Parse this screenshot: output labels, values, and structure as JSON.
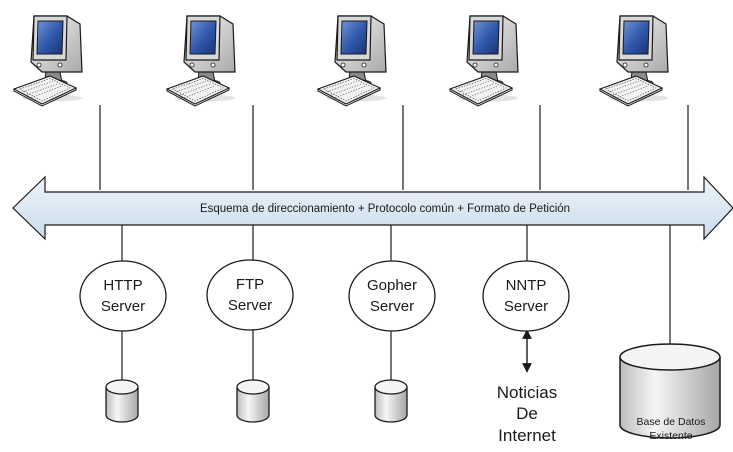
{
  "bus": {
    "label": "Esquema de direccionamiento + Protocolo común + Formato de Petición"
  },
  "clients": [
    {
      "name": "workstation"
    },
    {
      "name": "workstation"
    },
    {
      "name": "workstation"
    },
    {
      "name": "workstation"
    },
    {
      "name": "workstation"
    }
  ],
  "servers": [
    {
      "line1": "HTTP",
      "line2": "Server"
    },
    {
      "line1": "FTP",
      "line2": "Server"
    },
    {
      "line1": "Gopher",
      "line2": "Server"
    },
    {
      "line1": "NNTP",
      "line2": "Server"
    }
  ],
  "news": {
    "line1": "Noticias",
    "line2": "De",
    "line3": "Internet"
  },
  "database": {
    "line1": "Base de Datos",
    "line2": "Existente"
  },
  "colors": {
    "bus_fill": "#dce8f3",
    "stroke": "#1a1a1a",
    "monitor_body": "#e2e2e2",
    "screen": "#2e56a8",
    "db_fill": "#ececec"
  }
}
